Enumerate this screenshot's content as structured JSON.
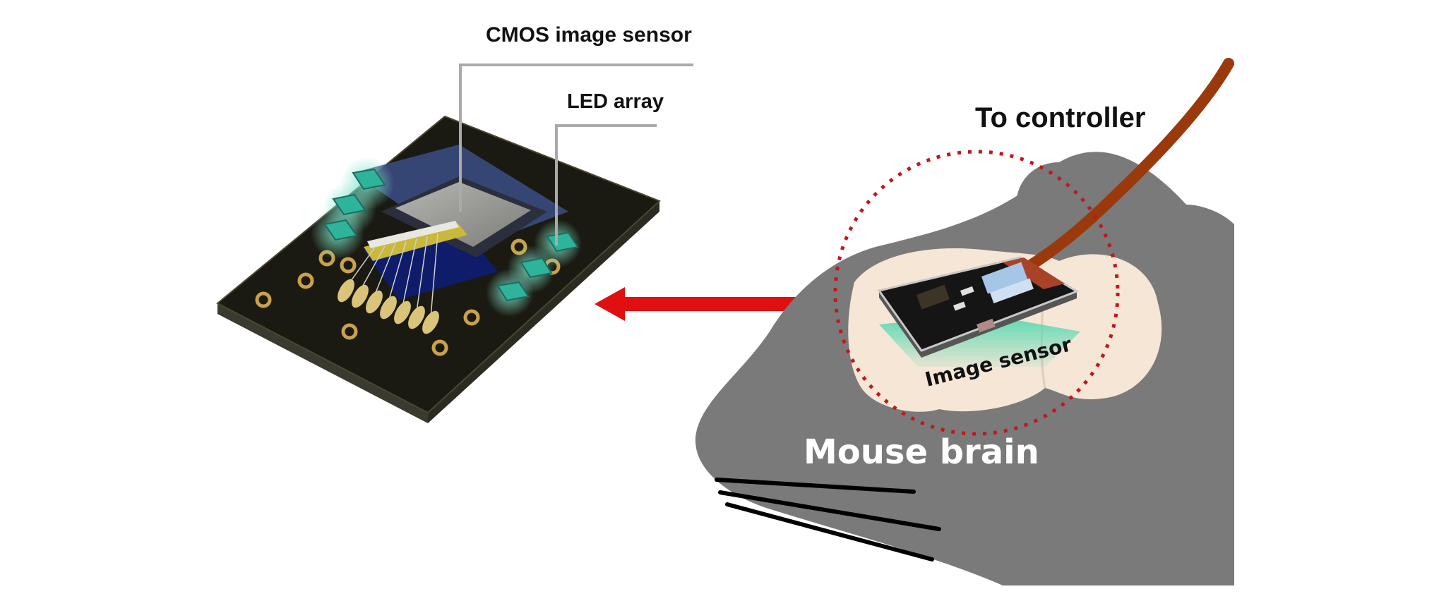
{
  "labels": {
    "cmos": "CMOS image sensor",
    "led": "LED array",
    "controller": "To controller",
    "image_sensor": "Image sensor",
    "brain": "Mouse brain"
  },
  "colors": {
    "board": "#1b1a12",
    "led": "#2fb39a",
    "chip_gray": "#9a9a96",
    "mouse_gray": "#7a7a7a",
    "brain_tissue": "#f6e6d6",
    "cable": "#9a3a0c",
    "arrow": "#e01010",
    "dotted_circle": "#c0181e"
  }
}
